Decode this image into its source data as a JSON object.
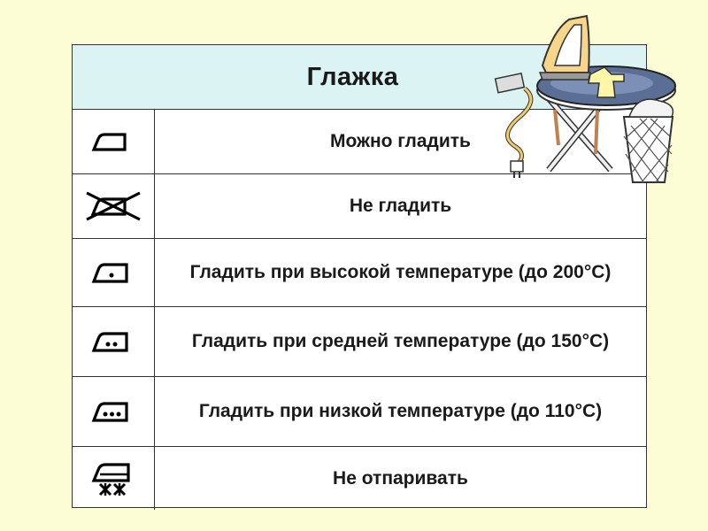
{
  "title": "Глажка",
  "rows": [
    {
      "icon": "iron-icon",
      "label": "Можно гладить"
    },
    {
      "icon": "iron-crossed-icon",
      "label": "Не гладить"
    },
    {
      "icon": "iron-one-dot-icon",
      "label": "Гладить при высокой температуре (до 200°C)"
    },
    {
      "icon": "iron-two-dots-icon",
      "label": "Гладить при средней температуре (до 150°C)"
    },
    {
      "icon": "iron-three-dots-icon",
      "label": "Гладить при низкой температуре (до 110°C)"
    },
    {
      "icon": "iron-no-steam-icon",
      "label": "Не отпаривать"
    }
  ],
  "clipart": "ironing-board-clipart"
}
